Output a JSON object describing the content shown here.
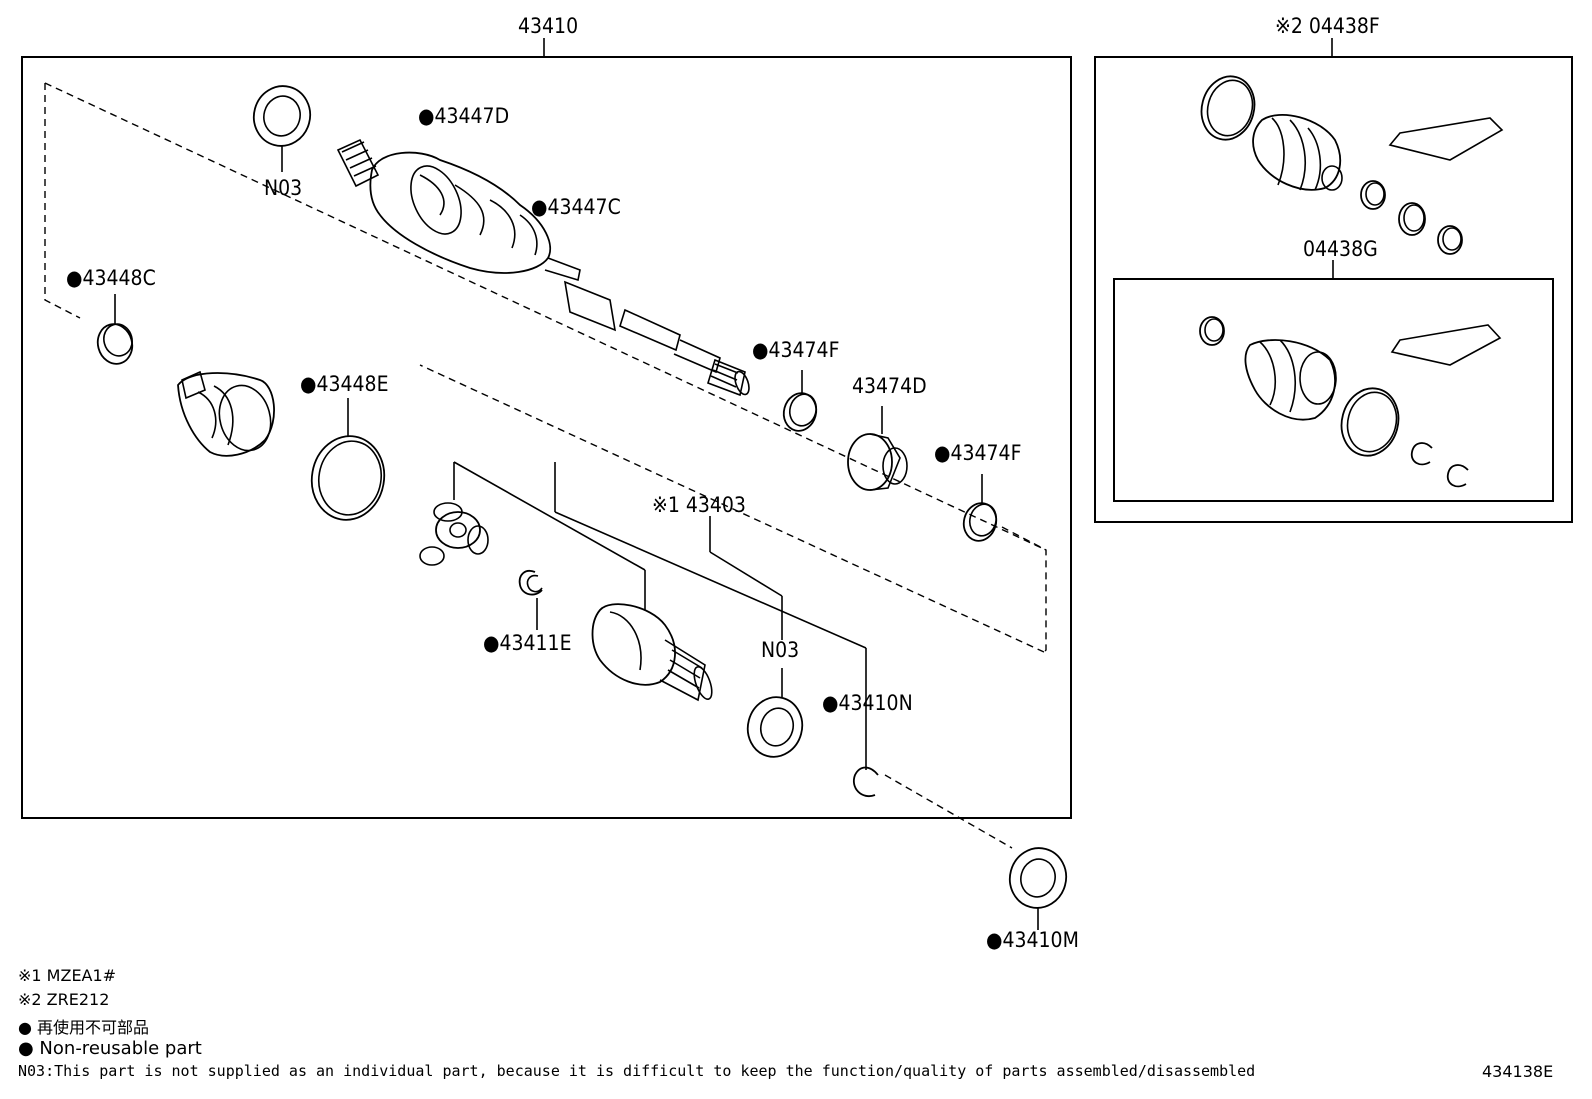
{
  "figure_id": "434138E",
  "groups": {
    "main": "43410",
    "kit_a": "※2 04438F",
    "kit_b": "04438G",
    "inner_joint": "※1 43403"
  },
  "parts": {
    "p43447D": "●43447D",
    "p43447C": "●43447C",
    "p43448C": "●43448C",
    "p43448E": "●43448E",
    "p43474F_a": "●43474F",
    "p43474D": "43474D",
    "p43474F_b": "●43474F",
    "p43411E": "●43411E",
    "p43410N": "●43410N",
    "p43410M": "●43410M",
    "n03_a": "N03",
    "n03_b": "N03"
  },
  "legend": {
    "l1": "※1 MZEA1#",
    "l2": "※2 ZRE212",
    "l3": "● 再使用不可部品",
    "l4": "● Non-reusable part"
  },
  "note": "N03:This part is not supplied as an individual part, because it is difficult to keep the function/quality of parts assembled/disassembled"
}
